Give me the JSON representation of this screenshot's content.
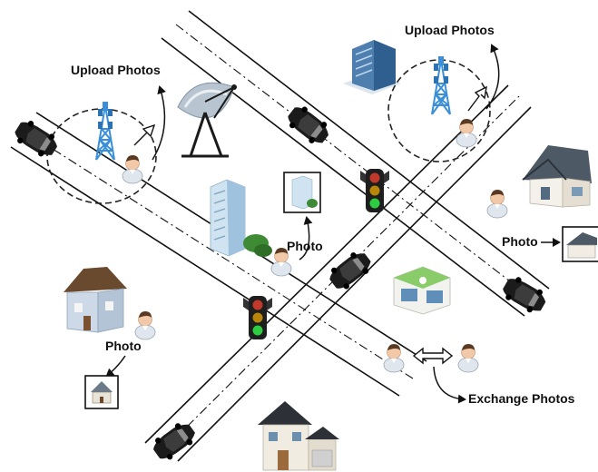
{
  "labels": {
    "upload_left": "Upload Photos",
    "upload_right": "Upload Photos",
    "photo_center": "Photo",
    "photo_right": "Photo",
    "photo_left": "Photo",
    "exchange": "Exchange Photos"
  },
  "icons": {
    "tower": "cell-tower-icon",
    "satellite": "satellite-dish-icon",
    "user": "user-icon",
    "car": "car-icon",
    "traffic_light": "traffic-light-icon",
    "house": "house-icon",
    "office": "office-building-icon",
    "shop": "shop-icon",
    "photo": "photo-thumbnail-icon"
  },
  "colors": {
    "road_line": "#111111",
    "tower": "#3a8fd8",
    "car": "#1b1b1b",
    "skin": "#f2c9a8"
  }
}
